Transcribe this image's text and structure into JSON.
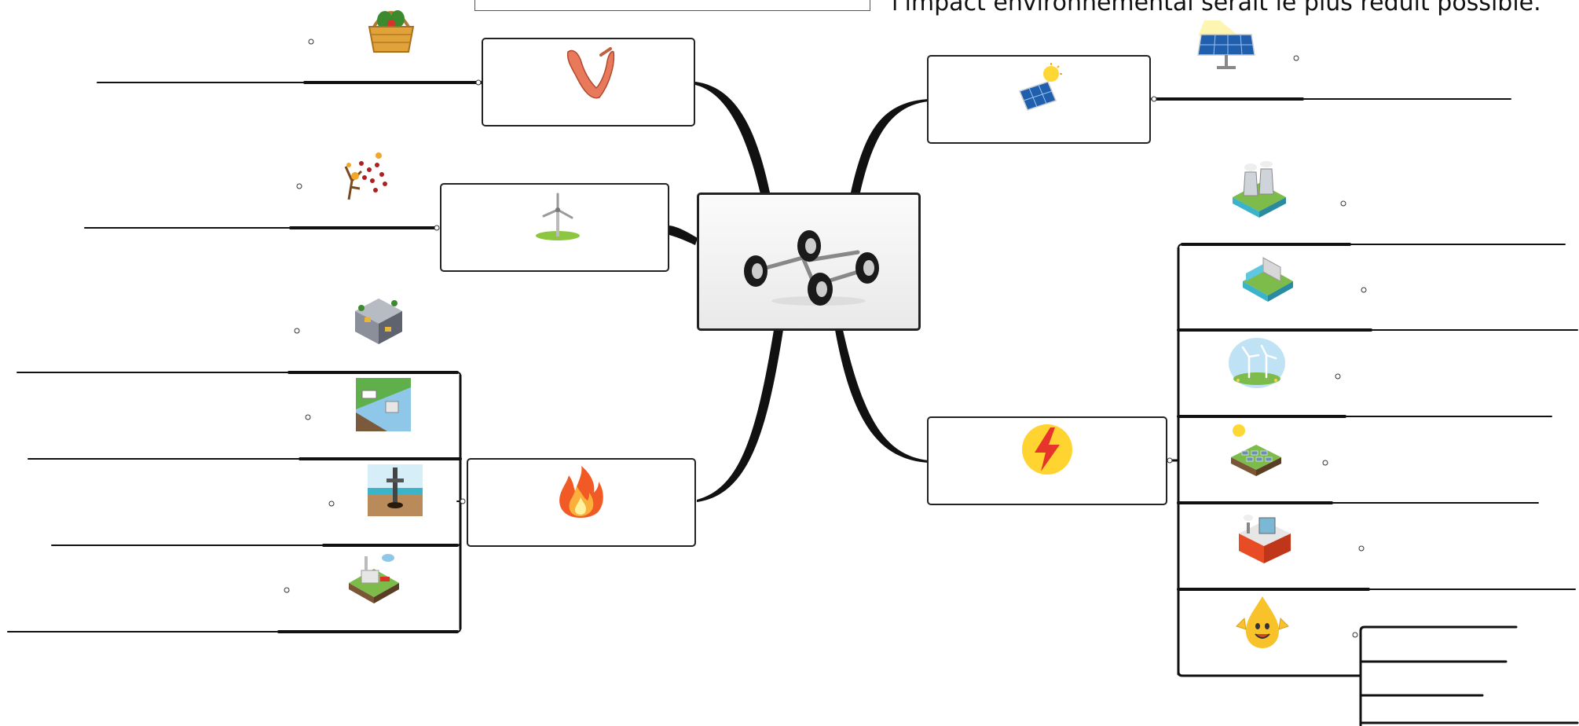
{
  "header": {
    "left_text": "",
    "box_text": "",
    "right_text": "l'impact environnemental serait le plus réduit possible."
  },
  "nodes": {
    "center": {
      "icon": "car-chassis-wheels-icon"
    },
    "left": [
      {
        "name": "muscle-power-node",
        "icon": "flexed-arm-icon"
      },
      {
        "name": "wind-node",
        "icon": "wind-turbine-icon"
      },
      {
        "name": "fire-node",
        "icon": "flame-icon"
      }
    ],
    "right": [
      {
        "name": "solar-node",
        "icon": "solar-panel-icon"
      },
      {
        "name": "electricity-node",
        "icon": "lightning-bolt-icon"
      }
    ]
  },
  "branch_icons": {
    "muscle": [
      "vegetable-basket-icon"
    ],
    "wind": [
      "autumn-tree-icon"
    ],
    "fire": [
      "coal-mine-icon",
      "gas-extraction-icon",
      "oil-well-icon",
      "biomass-plant-icon"
    ],
    "solar": [
      "solar-panel-sun-icon"
    ],
    "electricity": [
      "nuclear-plant-icon",
      "hydro-dam-icon",
      "wind-farm-icon",
      "solar-farm-icon",
      "geothermal-plant-icon",
      "happy-drop-icon"
    ]
  },
  "colors": {
    "line": "#111111",
    "node_border": "#222222",
    "fire_orange": "#f7941d",
    "bolt_yellow": "#ffd330",
    "bolt_red": "#e8352c"
  }
}
